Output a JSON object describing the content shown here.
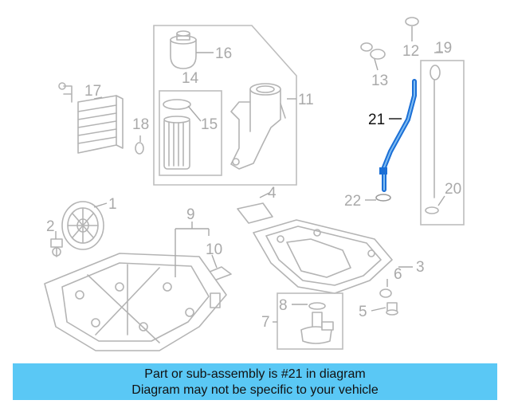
{
  "diagram": {
    "callouts": {
      "c1": "1",
      "c2": "2",
      "c3": "3",
      "c4": "4",
      "c5": "5",
      "c6": "6",
      "c7": "7",
      "c8": "8",
      "c9": "9",
      "c10": "10",
      "c11": "11",
      "c12": "12",
      "c13": "13",
      "c14": "14",
      "c15": "15",
      "c16": "16",
      "c17": "17",
      "c18": "18",
      "c19": "19",
      "c20": "20",
      "c21": "21",
      "c22": "22"
    },
    "highlighted_part": "21",
    "colors": {
      "highlight": "#1b6fd6",
      "line_art": "#b4b4b4",
      "banner": "#5ac8f5"
    }
  },
  "banner": {
    "line1": "Part or sub-assembly is #21 in diagram",
    "line2": "Diagram may not be specific to your vehicle"
  }
}
